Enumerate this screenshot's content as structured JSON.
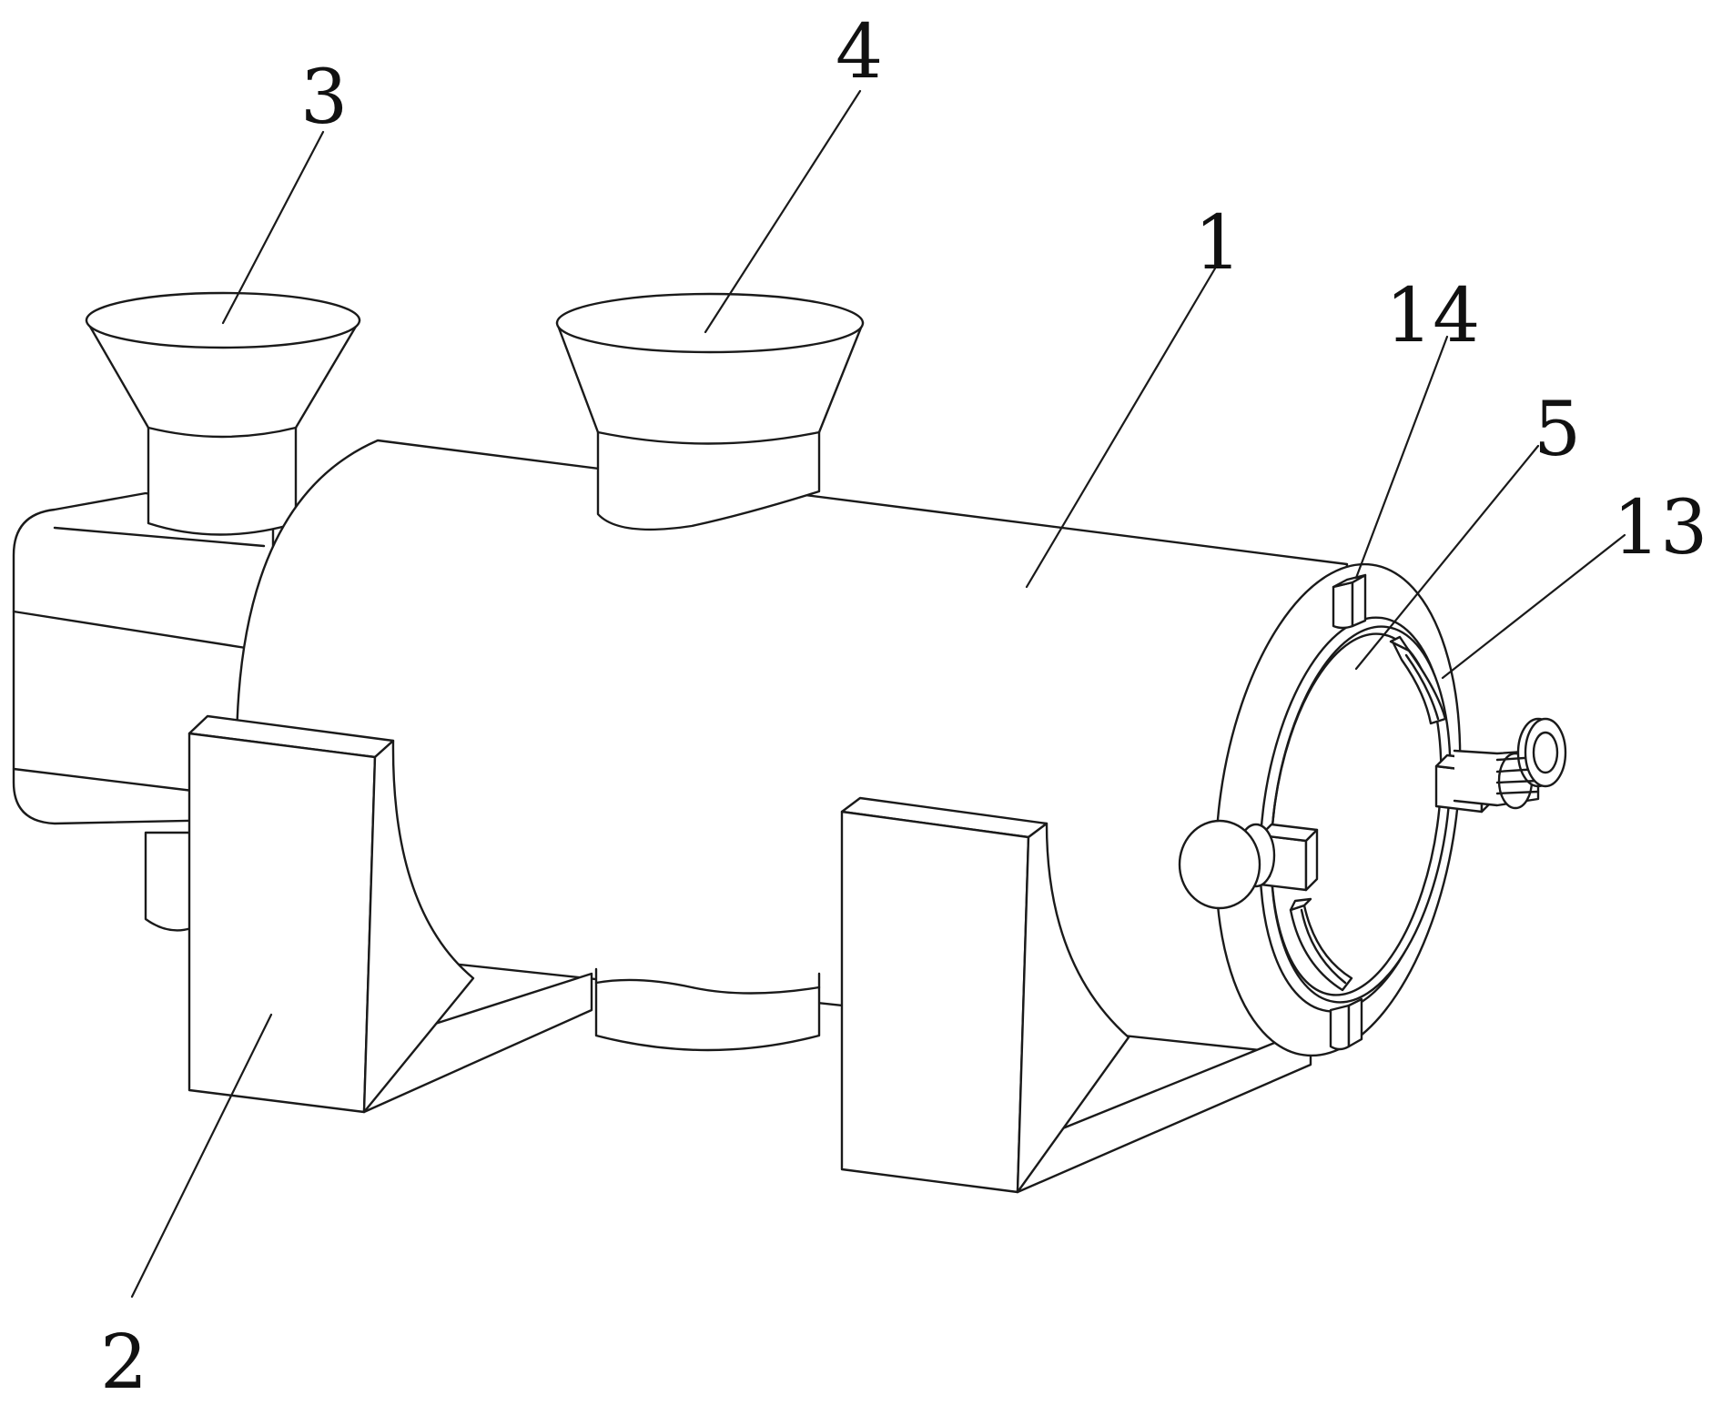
{
  "figure": {
    "colors": {
      "line": "#1a1a1a",
      "background": "#ffffff"
    },
    "labels": [
      {
        "id": "label-1",
        "text": "1"
      },
      {
        "id": "label-2",
        "text": "2"
      },
      {
        "id": "label-3",
        "text": "3"
      },
      {
        "id": "label-4",
        "text": "4"
      },
      {
        "id": "label-5",
        "text": "5"
      },
      {
        "id": "label-13",
        "text": "13"
      },
      {
        "id": "label-14",
        "text": "14"
      }
    ]
  }
}
